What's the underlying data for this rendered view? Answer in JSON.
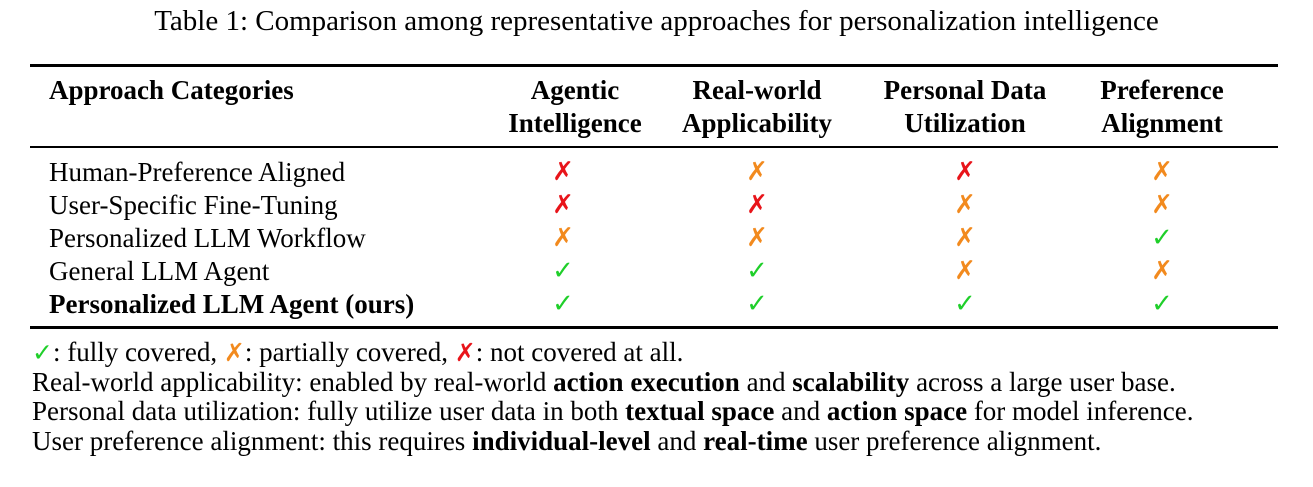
{
  "caption": "Table 1: Comparison among representative approaches for personalization intelligence",
  "header": {
    "approach": "Approach Categories",
    "columns": [
      {
        "line1": "Agentic",
        "line2": "Intelligence"
      },
      {
        "line1": "Real-world",
        "line2": "Applicability"
      },
      {
        "line1": "Personal Data",
        "line2": "Utilization"
      },
      {
        "line1": "Preference",
        "line2": "Alignment"
      }
    ]
  },
  "symbols": {
    "full": "✓",
    "partial": "✗",
    "none": "✗"
  },
  "colors": {
    "full": "#1fcf2a",
    "partial": "#f28a1e",
    "none": "#e8141a"
  },
  "rows": [
    {
      "name": "Human-Preference Aligned",
      "bold": false,
      "marks": [
        "none",
        "partial",
        "none",
        "partial"
      ]
    },
    {
      "name": "User-Specific Fine-Tuning",
      "bold": false,
      "marks": [
        "none",
        "none",
        "partial",
        "partial"
      ]
    },
    {
      "name": "Personalized LLM Workflow",
      "bold": false,
      "marks": [
        "partial",
        "partial",
        "partial",
        "full"
      ]
    },
    {
      "name": "General LLM Agent",
      "bold": false,
      "marks": [
        "full",
        "full",
        "partial",
        "partial"
      ]
    },
    {
      "name": "Personalized LLM Agent (ours)",
      "bold": true,
      "marks": [
        "full",
        "full",
        "full",
        "full"
      ]
    }
  ],
  "legend": {
    "full_text": ": fully covered, ",
    "partial_text": ": partially covered, ",
    "none_text": ": not covered at all."
  },
  "notes": [
    {
      "pre": "Real-world applicability: enabled by real-world ",
      "b1": "action execution",
      "mid": " and ",
      "b2": "scalability",
      "post": " across a large user base."
    },
    {
      "pre": "Personal data utilization: fully utilize user data in both ",
      "b1": "textual space",
      "mid": " and ",
      "b2": "action space",
      "post": " for model inference."
    },
    {
      "pre": "User preference alignment: this requires ",
      "b1": "individual-level",
      "mid": " and ",
      "b2": "real-time",
      "post": " user preference alignment."
    }
  ]
}
